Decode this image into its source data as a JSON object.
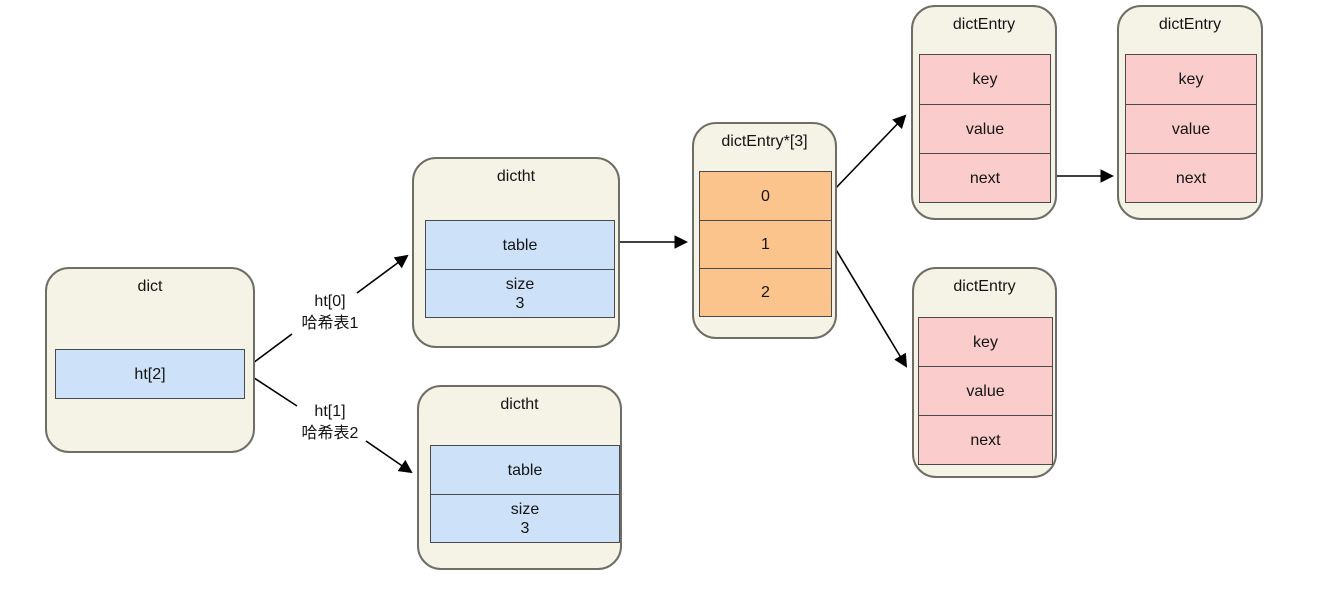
{
  "colors": {
    "node_fill": "#f5f2e6",
    "node_border": "#6e6e66",
    "field_border": "#4a4a4a",
    "blue_fill": "#cde2f8",
    "orange_fill": "#fac48c",
    "pink_fill": "#fbcccc",
    "arrow": "#000000",
    "background": "#ffffff"
  },
  "nodes": {
    "dict": {
      "title": "dict",
      "field": "ht[2]"
    },
    "dictht1": {
      "title": "dictht",
      "table_label": "table",
      "size_label": "size",
      "size_value": "3"
    },
    "dictht2": {
      "title": "dictht",
      "table_label": "table",
      "size_label": "size",
      "size_value": "3"
    },
    "bucket_array": {
      "title": "dictEntry*[3]",
      "cells": [
        "0",
        "1",
        "2"
      ]
    },
    "entry_a": {
      "title": "dictEntry",
      "fields": [
        "key",
        "value",
        "next"
      ]
    },
    "entry_b": {
      "title": "dictEntry",
      "fields": [
        "key",
        "value",
        "next"
      ]
    },
    "entry_c": {
      "title": "dictEntry",
      "fields": [
        "key",
        "value",
        "next"
      ]
    }
  },
  "edge_labels": {
    "ht0": [
      "ht[0]",
      "哈希表1"
    ],
    "ht1": [
      "ht[1]",
      "哈希表2"
    ]
  }
}
